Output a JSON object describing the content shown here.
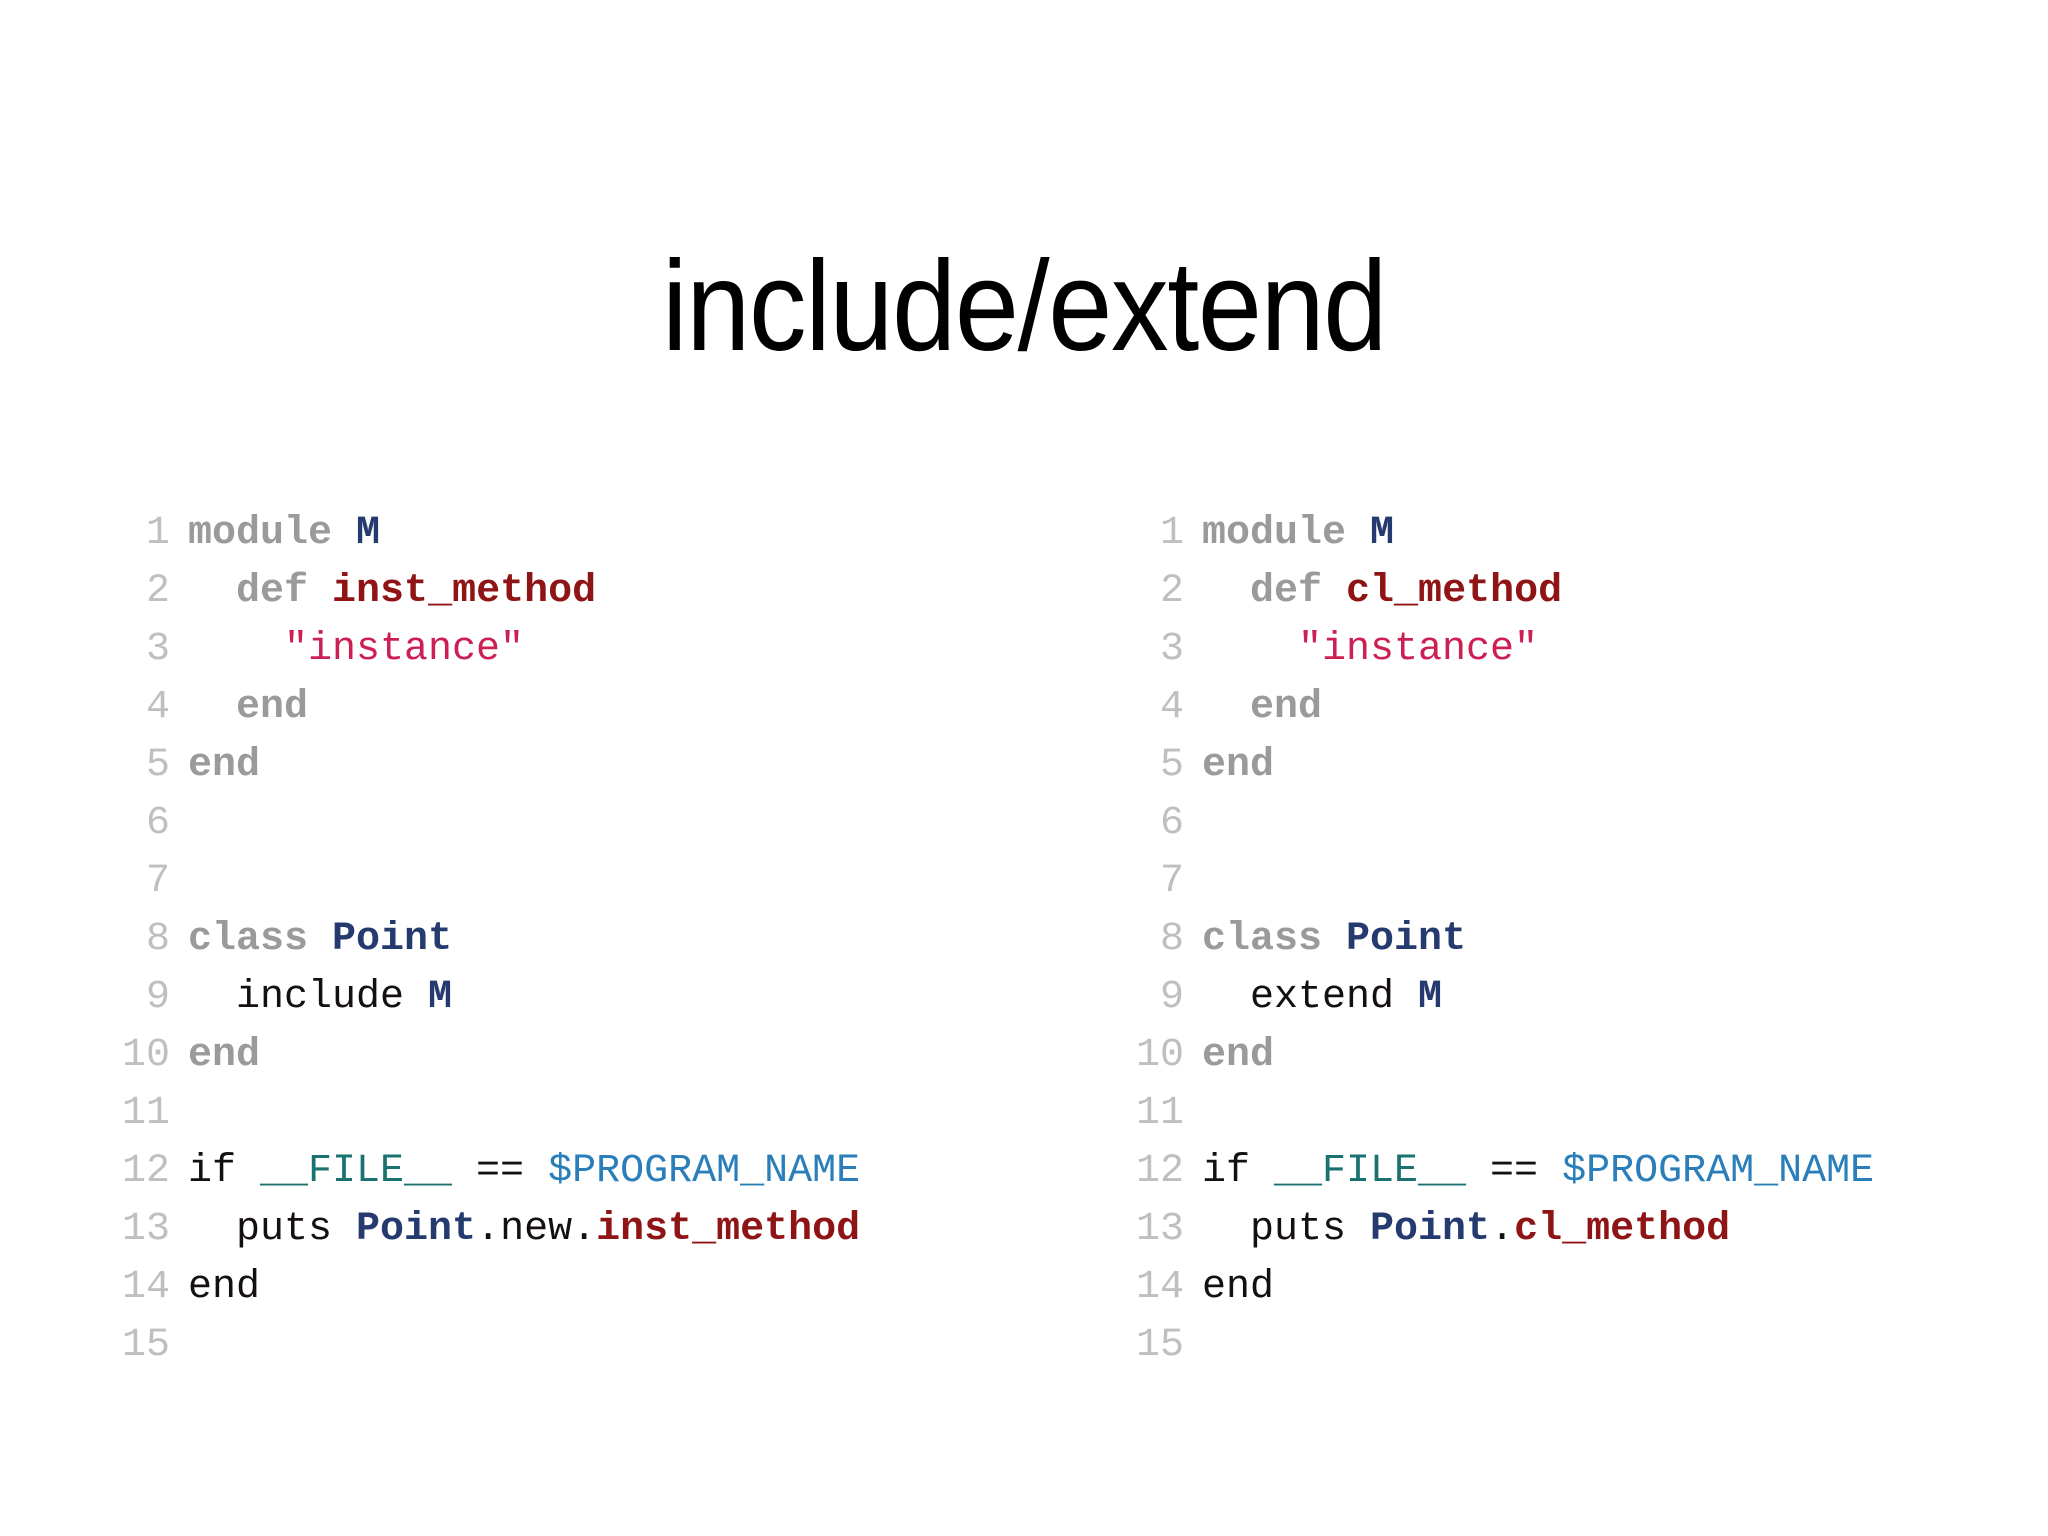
{
  "slide": {
    "title": "include/extend",
    "background_color": "#ffffff"
  },
  "colors": {
    "line_number": "#bfbfbf",
    "keyword": "#9a9a9a",
    "constant": "#253a6e",
    "method": "#8f1416",
    "string": "#cc1f53",
    "plain": "#14100f",
    "file_literal": "#1a7270",
    "global_var": "#2a7fba"
  },
  "code_blocks": [
    {
      "id": "include-example",
      "name": "include-code-block",
      "lines": [
        {
          "num": "1",
          "tokens": [
            {
              "t": "module",
              "c": "kw"
            },
            {
              "t": " ",
              "c": "plain"
            },
            {
              "t": "M",
              "c": "const"
            }
          ]
        },
        {
          "num": "2",
          "tokens": [
            {
              "t": "  ",
              "c": "plain"
            },
            {
              "t": "def",
              "c": "kw"
            },
            {
              "t": " ",
              "c": "plain"
            },
            {
              "t": "inst_method",
              "c": "method"
            }
          ]
        },
        {
          "num": "3",
          "tokens": [
            {
              "t": "    ",
              "c": "plain"
            },
            {
              "t": "\"instance\"",
              "c": "str"
            }
          ]
        },
        {
          "num": "4",
          "tokens": [
            {
              "t": "  ",
              "c": "plain"
            },
            {
              "t": "end",
              "c": "kw"
            }
          ]
        },
        {
          "num": "5",
          "tokens": [
            {
              "t": "end",
              "c": "kw"
            }
          ]
        },
        {
          "num": "6",
          "tokens": []
        },
        {
          "num": "7",
          "tokens": []
        },
        {
          "num": "8",
          "tokens": [
            {
              "t": "class",
              "c": "kw"
            },
            {
              "t": " ",
              "c": "plain"
            },
            {
              "t": "Point",
              "c": "const"
            }
          ]
        },
        {
          "num": "9",
          "tokens": [
            {
              "t": "  include ",
              "c": "plain"
            },
            {
              "t": "M",
              "c": "const"
            }
          ]
        },
        {
          "num": "10",
          "tokens": [
            {
              "t": "end",
              "c": "kw"
            }
          ]
        },
        {
          "num": "11",
          "tokens": []
        },
        {
          "num": "12",
          "tokens": [
            {
              "t": "if ",
              "c": "plain"
            },
            {
              "t": "__FILE__",
              "c": "file"
            },
            {
              "t": " == ",
              "c": "plain"
            },
            {
              "t": "$PROGRAM_NAME",
              "c": "gvar"
            }
          ]
        },
        {
          "num": "13",
          "tokens": [
            {
              "t": "  puts ",
              "c": "plain"
            },
            {
              "t": "Point",
              "c": "const"
            },
            {
              "t": ".new.",
              "c": "plain"
            },
            {
              "t": "inst_method",
              "c": "method"
            }
          ]
        },
        {
          "num": "14",
          "tokens": [
            {
              "t": "end",
              "c": "plain"
            }
          ]
        },
        {
          "num": "15",
          "tokens": []
        }
      ]
    },
    {
      "id": "extend-example",
      "name": "extend-code-block",
      "lines": [
        {
          "num": "1",
          "tokens": [
            {
              "t": "module",
              "c": "kw"
            },
            {
              "t": " ",
              "c": "plain"
            },
            {
              "t": "M",
              "c": "const"
            }
          ]
        },
        {
          "num": "2",
          "tokens": [
            {
              "t": "  ",
              "c": "plain"
            },
            {
              "t": "def",
              "c": "kw"
            },
            {
              "t": " ",
              "c": "plain"
            },
            {
              "t": "cl_method",
              "c": "method"
            }
          ]
        },
        {
          "num": "3",
          "tokens": [
            {
              "t": "    ",
              "c": "plain"
            },
            {
              "t": "\"instance\"",
              "c": "str"
            }
          ]
        },
        {
          "num": "4",
          "tokens": [
            {
              "t": "  ",
              "c": "plain"
            },
            {
              "t": "end",
              "c": "kw"
            }
          ]
        },
        {
          "num": "5",
          "tokens": [
            {
              "t": "end",
              "c": "kw"
            }
          ]
        },
        {
          "num": "6",
          "tokens": []
        },
        {
          "num": "7",
          "tokens": []
        },
        {
          "num": "8",
          "tokens": [
            {
              "t": "class",
              "c": "kw"
            },
            {
              "t": " ",
              "c": "plain"
            },
            {
              "t": "Point",
              "c": "const"
            }
          ]
        },
        {
          "num": "9",
          "tokens": [
            {
              "t": "  extend ",
              "c": "plain"
            },
            {
              "t": "M",
              "c": "const"
            }
          ]
        },
        {
          "num": "10",
          "tokens": [
            {
              "t": "end",
              "c": "kw"
            }
          ]
        },
        {
          "num": "11",
          "tokens": []
        },
        {
          "num": "12",
          "tokens": [
            {
              "t": "if ",
              "c": "plain"
            },
            {
              "t": "__FILE__",
              "c": "file"
            },
            {
              "t": " == ",
              "c": "plain"
            },
            {
              "t": "$PROGRAM_NAME",
              "c": "gvar"
            }
          ]
        },
        {
          "num": "13",
          "tokens": [
            {
              "t": "  puts ",
              "c": "plain"
            },
            {
              "t": "Point",
              "c": "const"
            },
            {
              "t": ".",
              "c": "plain"
            },
            {
              "t": "cl_method",
              "c": "method"
            }
          ]
        },
        {
          "num": "14",
          "tokens": [
            {
              "t": "end",
              "c": "plain"
            }
          ]
        },
        {
          "num": "15",
          "tokens": []
        }
      ]
    }
  ]
}
